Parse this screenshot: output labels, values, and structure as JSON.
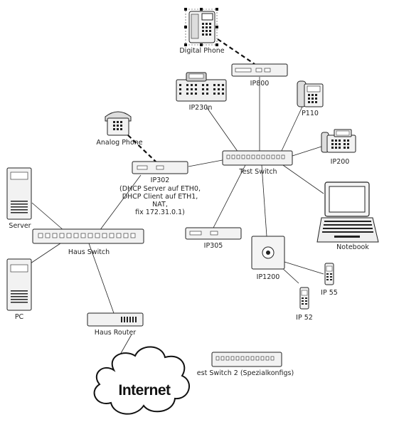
{
  "devices": {
    "digital_phone": "Digital Phone",
    "ip800": "IP800",
    "ip230n": "IP230n",
    "p110": "P110",
    "ip200": "IP200",
    "analog_phone": "Analog Phone",
    "ip302": "IP302",
    "ip302_desc": [
      "(DHCP Server auf ETH0,",
      "DHCP Client auf ETH1,",
      "NAT,",
      "fix 172.31.0.1)"
    ],
    "test_switch": "Test Switch",
    "notebook": "Notebook",
    "server": "Server",
    "haus_switch": "Haus Switch",
    "ip305": "IP305",
    "ip1200": "IP1200",
    "ip55": "IP 55",
    "ip52": "IP 52",
    "pc": "PC",
    "haus_router": "Haus Router",
    "test_switch2": "est Switch 2 (Spezialkonfigs)",
    "internet": "Internet"
  }
}
